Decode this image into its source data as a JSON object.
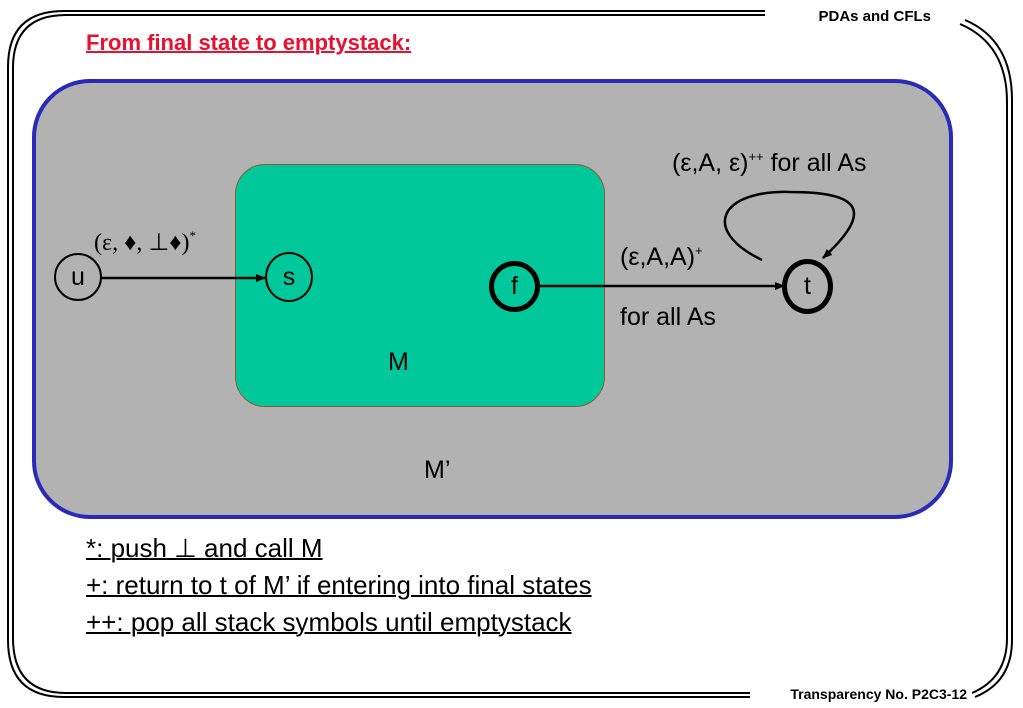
{
  "header": {
    "title": "PDAs and CFLs"
  },
  "footer": {
    "text": "Transparency No. P2C3-12"
  },
  "slide": {
    "title": "From final state to emptystack:"
  },
  "diagram": {
    "outer_label": "M’",
    "inner_label": "M",
    "states": {
      "u": "u",
      "s": "s",
      "f": "f",
      "t": "t"
    },
    "edge_u_s": {
      "label": "(ε,  ♦, ⊥♦)",
      "sup": "*"
    },
    "edge_f_t": {
      "label": "(ε,A,A)",
      "sup": "+",
      "label2": "for all As"
    },
    "loop_t": {
      "label_pre": "(ε,A, ε)",
      "sup": "++",
      "label_post": " for all As"
    }
  },
  "notes": [
    "*: push ⊥ and call M",
    "+: return to t of M’ if entering into final states",
    "++: pop all stack symbols until emptystack"
  ]
}
